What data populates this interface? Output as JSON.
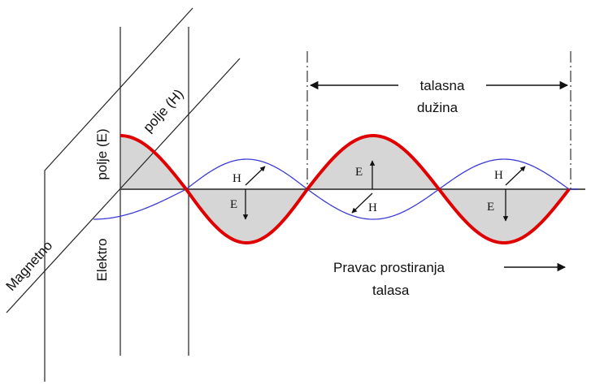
{
  "labels": {
    "magnetno": "Magnetno",
    "elektro": "Elektro",
    "polje_e": "polje (E)",
    "polje_h": "polje (H)",
    "talasna": "talasna",
    "duzina": "dužina",
    "pravac": "Pravac prostiranja",
    "talasa": "talasa"
  },
  "vector_labels": {
    "h1": "H",
    "e1": "E",
    "e2": "E",
    "h2": "H",
    "h3": "H",
    "e3": "E"
  },
  "colors": {
    "e_wave": "#e00000",
    "h_wave": "#3b3bd6",
    "fill": "#d6d6d6",
    "axis": "#555555",
    "lines": "#222222"
  }
}
